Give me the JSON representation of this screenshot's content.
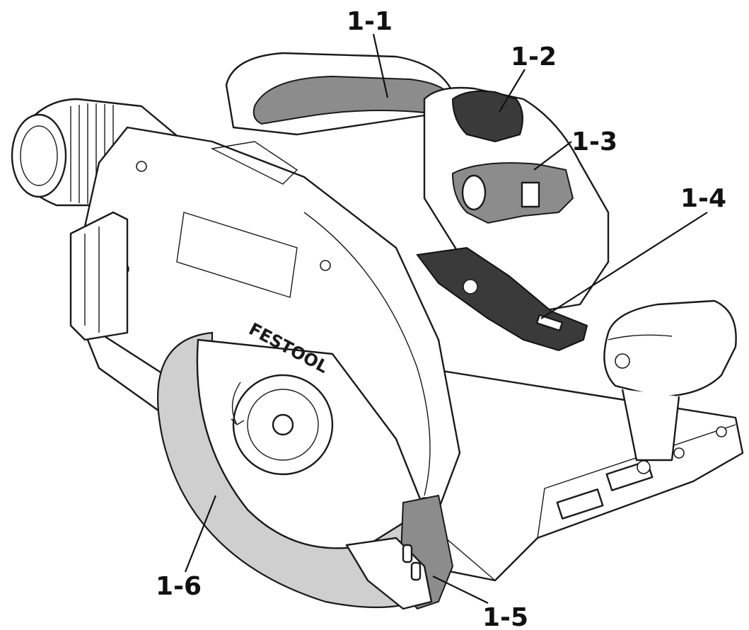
{
  "figure": {
    "callouts": [
      {
        "id": "1-1",
        "label": "1-1"
      },
      {
        "id": "1-2",
        "label": "1-2"
      },
      {
        "id": "1-3",
        "label": "1-3"
      },
      {
        "id": "1-4",
        "label": "1-4"
      },
      {
        "id": "1-5",
        "label": "1-5"
      },
      {
        "id": "1-6",
        "label": "1-6"
      }
    ],
    "blade_brand_text": "FESTOOL",
    "colors": {
      "line": "#1a1a1a",
      "highlight_grey": "#8c8c8c",
      "dark_part": "#3a3a3a",
      "blade_grey": "#cfcfcf",
      "background": "#ffffff"
    }
  }
}
